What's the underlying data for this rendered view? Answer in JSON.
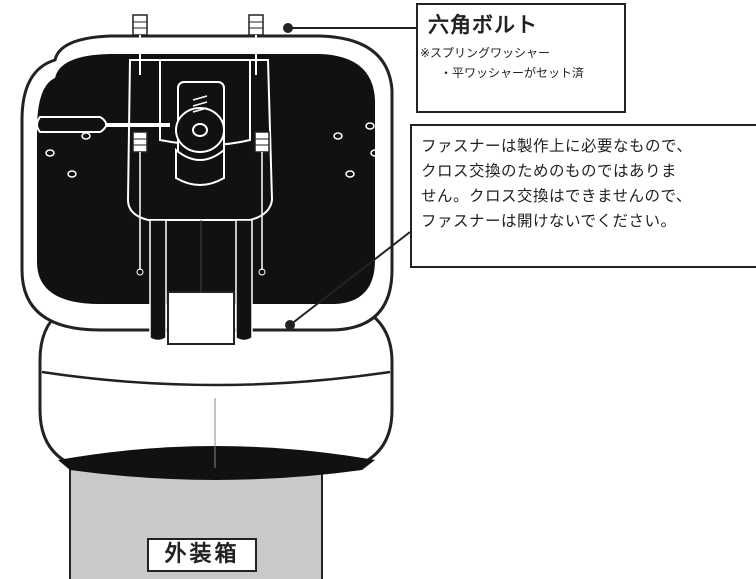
{
  "bolt_callout": {
    "title": "六角ボルト",
    "note_line1": "※スプリングワッシャー",
    "note_line2": "・平ワッシャーがセット済"
  },
  "fastener_callout": {
    "lines": [
      "ファスナーは製作上に必要なもので、",
      "クロス交換のためのものではありま",
      "せん。クロス交換はできませんので、",
      "ファスナーは開けないでください。"
    ]
  },
  "box_label": "外装箱",
  "colors": {
    "seat_top": "#111111",
    "outline": "#222222",
    "box_fill": "#c9c9c9",
    "background": "#ffffff"
  },
  "icons": [
    "hex-bolt-icon",
    "screwdriver-icon",
    "mounting-hole-icon"
  ]
}
